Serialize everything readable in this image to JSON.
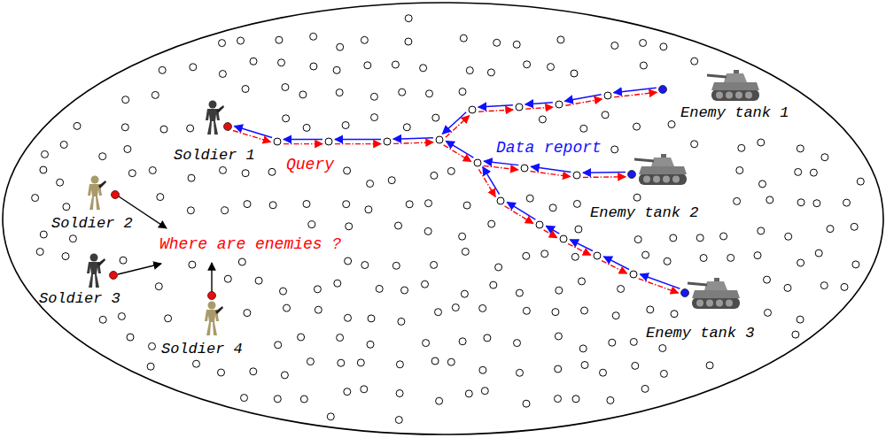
{
  "diagram": {
    "labels": [
      "Soldier 1",
      "Query",
      "Enemy tank 1",
      "Data report",
      "Soldier 2",
      "Enemy tank 2",
      "Where are enemies ?",
      "Soldier 3",
      "Enemy tank 3",
      "Soldier 4"
    ]
  }
}
